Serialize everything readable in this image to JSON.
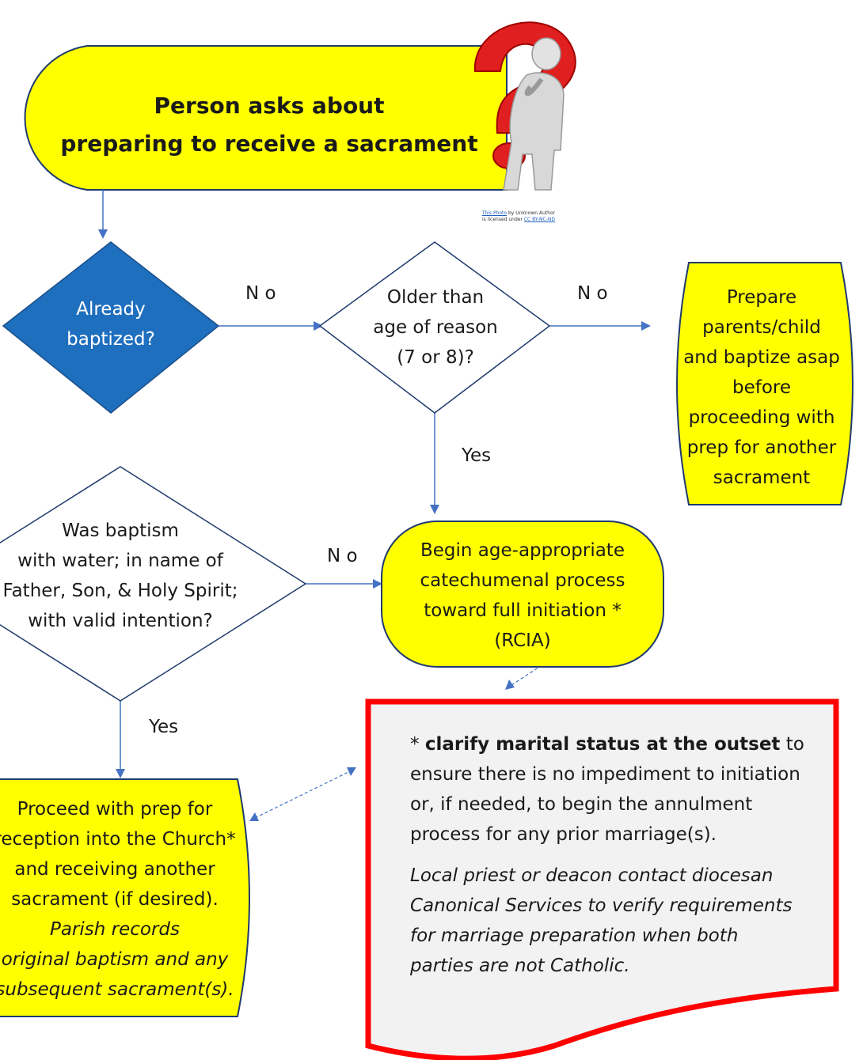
{
  "start": {
    "line1": "Person asks about",
    "line2": "preparing to receive a sacrament"
  },
  "photo_credit": {
    "link1": "This Photo",
    "text1": " by Unknown Author",
    "text2": "is licensed under ",
    "link2": "CC BY-NC-ND"
  },
  "decision_baptized": {
    "line1": "Already",
    "line2": "baptized?"
  },
  "decision_age": {
    "line1": "Older than",
    "line2": "age of reason",
    "line3": "(7 or 8)?"
  },
  "prepare_box": {
    "lines": [
      "Prepare",
      "parents/child",
      "and baptize asap",
      "before",
      "proceeding with",
      "prep for another",
      "sacrament"
    ]
  },
  "decision_valid": {
    "line1": "Was baptism",
    "line2": "with water; in name of",
    "line3": "Father, Son, & Holy Spirit;",
    "line4": "with valid intention?"
  },
  "catechumenal_box": {
    "line1": "Begin age-appropriate",
    "line2": "catechumenal process",
    "line3": "toward full initiation *",
    "line4": "(RCIA)"
  },
  "proceed_box": {
    "line1": "Proceed with prep for",
    "line2": "reception into the Church*",
    "line3": "and receiving another",
    "line4": "sacrament (if desired).",
    "line5": "Parish records",
    "line6": "original baptism and any",
    "line7": "subsequent sacrament(s)."
  },
  "labels": {
    "no1": "N o",
    "no2": "N o",
    "no3": "N o",
    "yes1": "Yes",
    "yes2": "Yes"
  },
  "note": {
    "star": "* ",
    "bold": "clarify marital status at the outset",
    "p1_rest_a": " to",
    "p1_line2": "ensure there is no impediment to initiation",
    "p1_line3": "or, if needed, to begin the annulment",
    "p1_line4": "process for any prior marriage(s).",
    "p2_line1": "Local priest or deacon contact diocesan",
    "p2_line2": "Canonical Services to verify requirements",
    "p2_line3": "for marriage preparation when both",
    "p2_line4": "parties are not Catholic."
  },
  "colors": {
    "yellow": "#FFFF00",
    "blue_diamond": "#1F6FBF",
    "connector": "#4472C4",
    "note_border": "#FF0000",
    "note_fill": "#F2F2F2",
    "question_mark": "#E02020"
  }
}
